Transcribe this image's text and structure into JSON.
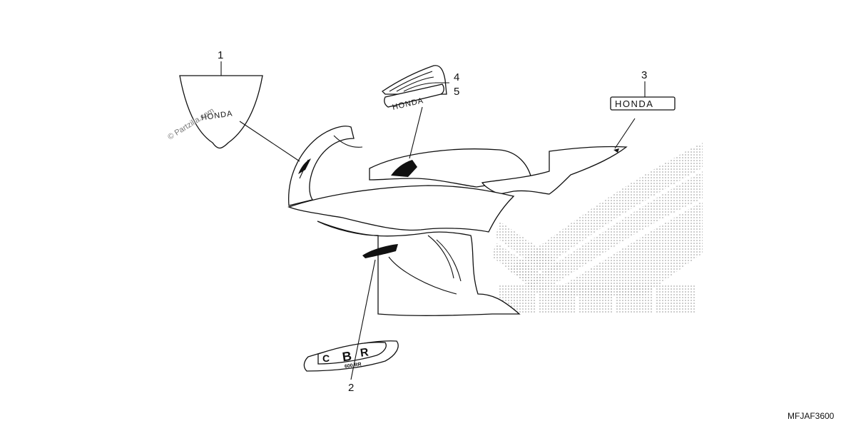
{
  "callouts": [
    "1",
    "2",
    "3",
    "4",
    "5"
  ],
  "diagram_code": "MFJAF3600",
  "watermark": "© Partzilla.com",
  "brand": "HONDA",
  "emblem": {
    "top": "B",
    "left": "C",
    "right": "R",
    "bottom": "600 RR"
  },
  "colors": {
    "line": "#111111",
    "dots": "#8a8a8a",
    "background": "#ffffff"
  }
}
